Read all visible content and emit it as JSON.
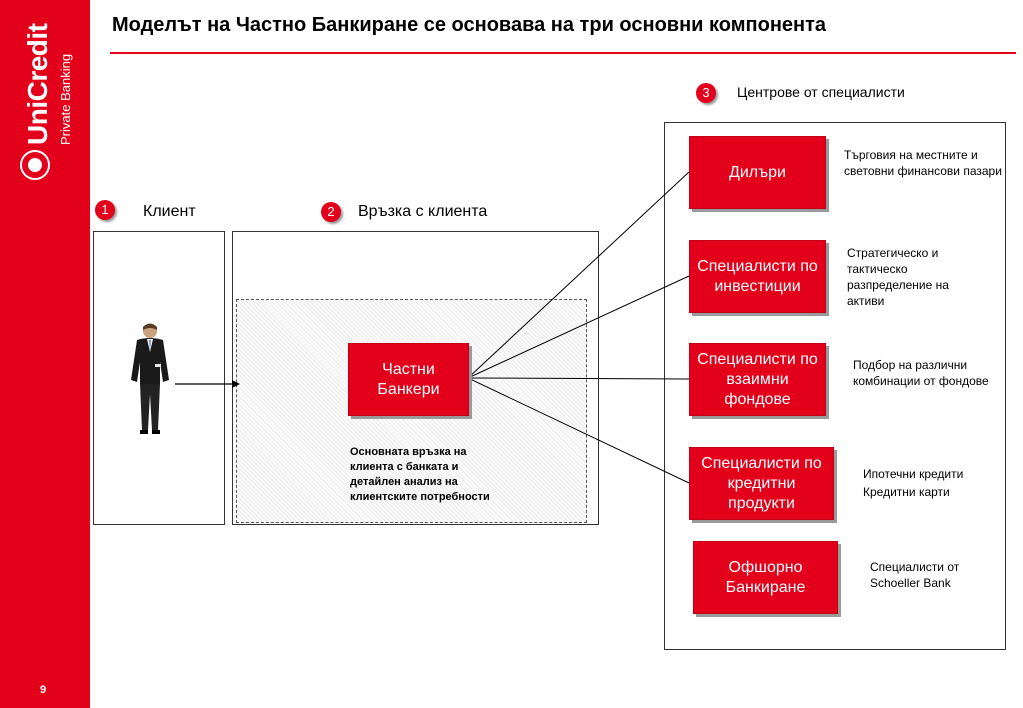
{
  "page": {
    "title": "Моделът на Частно Банкиране се основава на три основни компонента",
    "number": "9"
  },
  "brand": {
    "name": "UniCredit",
    "subtitle": "Private Banking",
    "color": "#e2001a"
  },
  "components": [
    {
      "number": "1",
      "label": "Клиент"
    },
    {
      "number": "2",
      "label": "Връзка с клиента"
    },
    {
      "number": "3",
      "label": "Центрове от специалисти"
    }
  ],
  "relationship": {
    "box_label": "Частни Банкери",
    "note": "Основната връзка на клиента с банката и детайлен анализ на клиентските потребности"
  },
  "specialists": [
    {
      "label": "Дилъри",
      "description": "Търговия на местните и световни финансови пазари"
    },
    {
      "label": "Специалисти по инвестиции",
      "description": "Стратегическо и тактическо разпределение на активи"
    },
    {
      "label": "Специалисти по взаимни фондове",
      "description": "Подбор на различни комбинации от фондове"
    },
    {
      "label": "Специалисти по кредитни продукти",
      "description_lines": [
        "Ипотечни кредити",
        "Кредитни карти"
      ]
    },
    {
      "label": "Офшорно Банкиране",
      "description": "Специалисти от Schoeller Bank"
    }
  ],
  "icons": {
    "client": "business-man-figure",
    "arrow": "arrow-right"
  }
}
